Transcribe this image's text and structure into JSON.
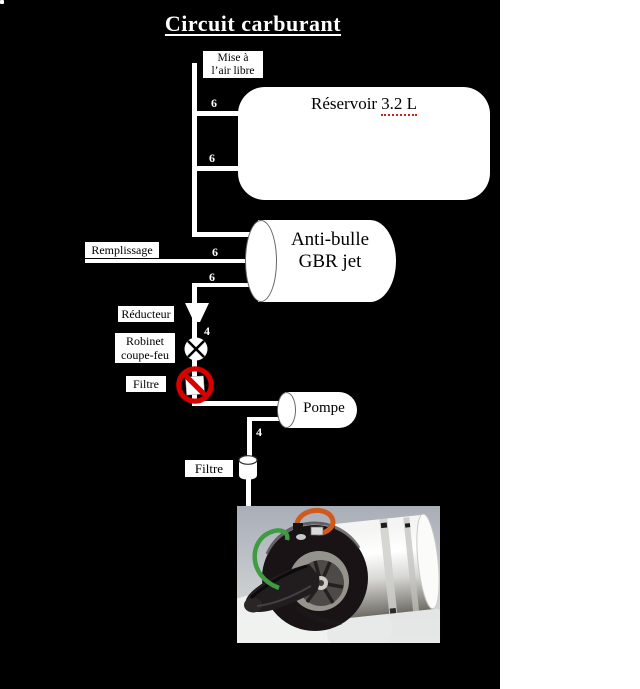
{
  "title": "Circuit carburant",
  "components": {
    "vent": {
      "line1": "Mise à",
      "line2": "l’air libre"
    },
    "reservoir": {
      "name": "Réservoir",
      "capacity": "3.2 L"
    },
    "antibubble": {
      "line1": "Anti-bulle",
      "line2": "GBR jet"
    },
    "filling": {
      "label": "Remplissage"
    },
    "reducer": {
      "label": "Réducteur"
    },
    "fire_valve": {
      "line1": "Robinet",
      "line2": "coupe-feu"
    },
    "filter_upper": {
      "label": "Filtre"
    },
    "pump": {
      "label": "Pompe"
    },
    "filter_lower": {
      "label": "Filtre"
    }
  },
  "pipe_diameters": {
    "six": "6",
    "four": "4"
  },
  "colors": {
    "slide_background": "#000000",
    "page_background": "#ffffff",
    "pipe_white": "#ffffff",
    "prohibition_red": "#d90000",
    "spellcheck_red": "#cc2222",
    "engine_wire_orange": "#d05a1e",
    "engine_wire_green": "#3f9c42"
  }
}
